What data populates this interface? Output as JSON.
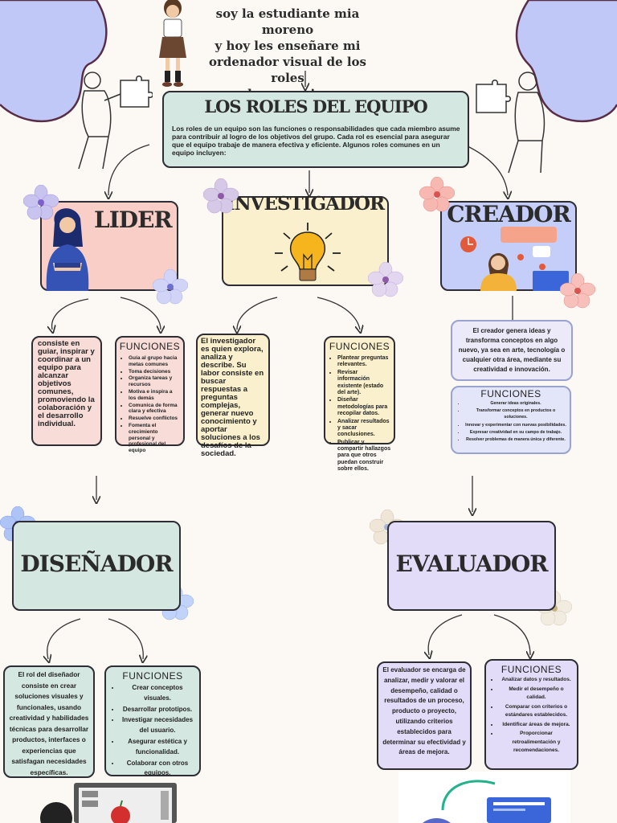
{
  "header": {
    "lines": [
      "soy la estudiante mia moreno",
      "y hoy les enseñare mi",
      "ordenador visual de los roles",
      "de un equipo"
    ]
  },
  "main": {
    "title": "LOS ROLES DEL EQUIPO",
    "text": "Los roles de un equipo son las funciones o responsabilidades que cada miembro asume para contribuir al logro de los objetivos del grupo. Cada rol es esencial para asegurar que el equipo trabaje de manera efectiva y eficiente. Algunos roles comunes en un equipo incluyen:"
  },
  "lider": {
    "title": "LIDER",
    "desc": "consiste en guiar, inspirar y coordinar a un equipo para alcanzar objetivos comunes, promoviendo la colaboración y el desarrollo individual.",
    "func_title": "FUNCIONES",
    "funcs": [
      "Guía al grupo hacia metas comunes",
      "Toma decisiones",
      "Organiza tareas y recursos",
      "Motiva e inspira a los demás",
      "Comunica de forma clara y efectiva",
      "Resuelve conflictos",
      "Fomenta el crecimiento personal y profesional del equipo"
    ]
  },
  "investigador": {
    "title": "INVESTIGADOR",
    "desc": "El investigador es quien explora, analiza y describe. Su labor consiste en buscar respuestas a preguntas complejas, generar nuevo conocimiento y aportar soluciones a los desafíos de la sociedad.",
    "func_title": "FUNCIONES",
    "funcs": [
      "Plantear preguntas relevantes.",
      "Revisar información existente (estado del arte).",
      "Diseñar metodologías para recopilar datos.",
      "Analizar resultados y sacar conclusiones.",
      "Publicar y compartir hallazgos para que otros puedan construir sobre ellos."
    ]
  },
  "creador": {
    "title": "CREADOR",
    "desc": "El creador genera ideas y transforma conceptos en algo nuevo, ya sea en arte, tecnología o cualquier otra área, mediante su creatividad e innovación.",
    "func_title": "FUNCIONES",
    "funcs": [
      "Generar ideas originales.",
      "Transformar conceptos en productos o soluciones.",
      "Innovar y experimentar con nuevas posibilidades.",
      "Expresar creatividad en su campo de trabajo.",
      "Resolver problemas de manera única y diferente."
    ]
  },
  "disenador": {
    "title": "DISEÑADOR",
    "desc": "El rol del diseñador consiste en crear soluciones visuales y funcionales, usando creatividad y habilidades técnicas para desarrollar productos, interfaces o experiencias que satisfagan necesidades específicas.",
    "func_title": "FUNCIONES",
    "funcs": [
      "Crear conceptos visuales.",
      "Desarrollar prototipos.",
      "Investigar necesidades del usuario.",
      "Asegurar estética y funcionalidad.",
      "Colaborar con otros equipos."
    ]
  },
  "evaluador": {
    "title": "EVALUADOR",
    "desc": "El evaluador se encarga de analizar, medir y valorar el desempeño, calidad o resultados de un proceso, producto o proyecto, utilizando criterios establecidos para determinar su efectividad y áreas de mejora.",
    "func_title": "FUNCIONES",
    "funcs": [
      "Analizar datos y resultados.",
      "Medir el desempeño o calidad.",
      "Comparar con criterios o estándares establecidos.",
      "Identificar áreas de mejora.",
      "Proporcionar retroalimentación y recomendaciones."
    ]
  },
  "colors": {
    "background": "#fcf9f4",
    "mint": "#d4e7e1",
    "pink": "#f8cec7",
    "yellow": "#faf0cd",
    "lavender": "#c5cef8",
    "purple": "#e3dcf8",
    "blob": "#c0c8f8"
  }
}
